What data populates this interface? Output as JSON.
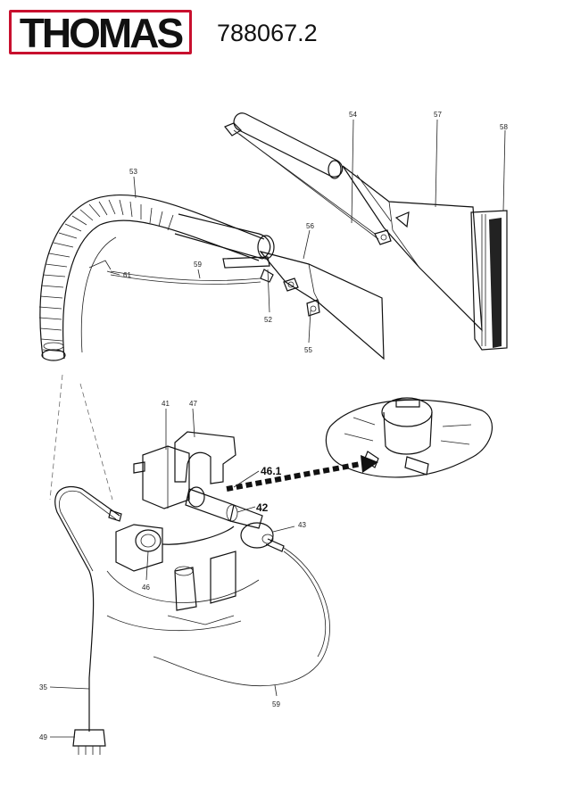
{
  "header": {
    "brand": "THOMAS",
    "part_number": "788067.2"
  },
  "callouts": {
    "c53": "53",
    "c54": "54",
    "c57": "57",
    "c58": "58",
    "c56": "56",
    "c59a": "59",
    "c61": "61",
    "c52": "52",
    "c55": "55",
    "c41": "41",
    "c47": "47",
    "c46_1": "46.1",
    "c42": "42",
    "c43": "43",
    "c46": "46",
    "c35": "35",
    "c59b": "59",
    "c49": "49"
  },
  "colors": {
    "logo_border": "#c8102e",
    "ink": "#111111"
  }
}
